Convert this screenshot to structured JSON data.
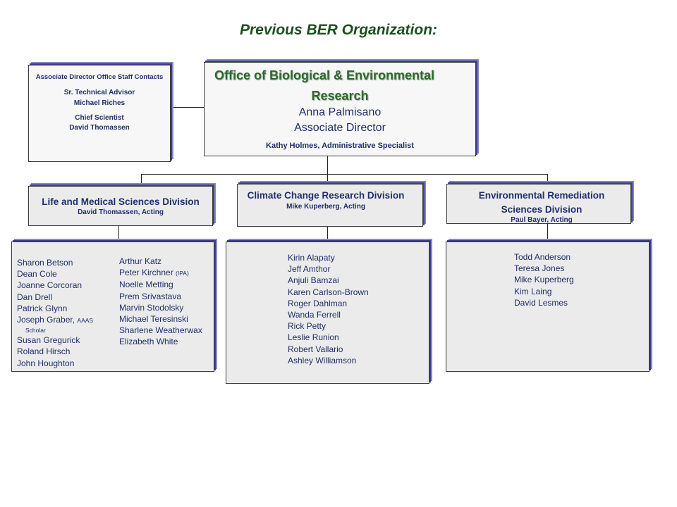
{
  "title": "Previous BER Organization:",
  "staff_box": {
    "heading": "Associate Director Office Staff Contacts",
    "role1": "Sr. Technical Advisor",
    "name1": "Michael Riches",
    "role2": "Chief Scientist",
    "name2": "David Thomassen"
  },
  "office": {
    "name_line1": "Office of Biological & Environmental",
    "name_line2": "Research",
    "director": "Anna Palmisano",
    "director_title": "Associate Director",
    "admin": "Kathy Holmes, Administrative Specialist"
  },
  "divisions": {
    "life": {
      "name": "Life and Medical Sciences Division",
      "lead": "David Thomassen, Acting"
    },
    "climate": {
      "name": "Climate Change Research Division",
      "lead": "Mike Kuperberg, Acting"
    },
    "env": {
      "name_line1": "Environmental Remediation",
      "name_line2": "Sciences Division",
      "lead": "Paul Bayer, Acting"
    }
  },
  "staff_lists": {
    "life_col1": {
      "a": "Sharon Betson",
      "b": "Dean Cole",
      "c": "Joanne Corcoran",
      "d": "Dan Drell",
      "e": "Patrick Glynn",
      "f_name": "Joseph Graber,",
      "f_note": "AAAS",
      "f_note2": "Scholar",
      "g": "Susan Gregurick",
      "h": "Roland Hirsch",
      "i": "John Houghton"
    },
    "life_col2": {
      "a": "Arthur Katz",
      "b_name": "Peter Kirchner",
      "b_note": "(IPA)",
      "c": "Noelle Metting",
      "d": "Prem Srivastava",
      "e": "Marvin Stodolsky",
      "f": "Michael Teresinski",
      "g": "Sharlene Weatherwax",
      "h": "Elizabeth White"
    },
    "climate": [
      "Kirin Alapaty",
      "Jeff Amthor",
      "Anjuli Bamzai",
      "Karen Carlson-Brown",
      "Roger Dahlman",
      "Wanda Ferrell",
      "Rick Petty",
      "Leslie Runion",
      "Robert Vallario",
      "Ashley Williamson"
    ],
    "env": [
      "Todd Anderson",
      "Teresa Jones",
      "Mike Kuperberg",
      "Kim Laing",
      "David Lesmes"
    ]
  }
}
